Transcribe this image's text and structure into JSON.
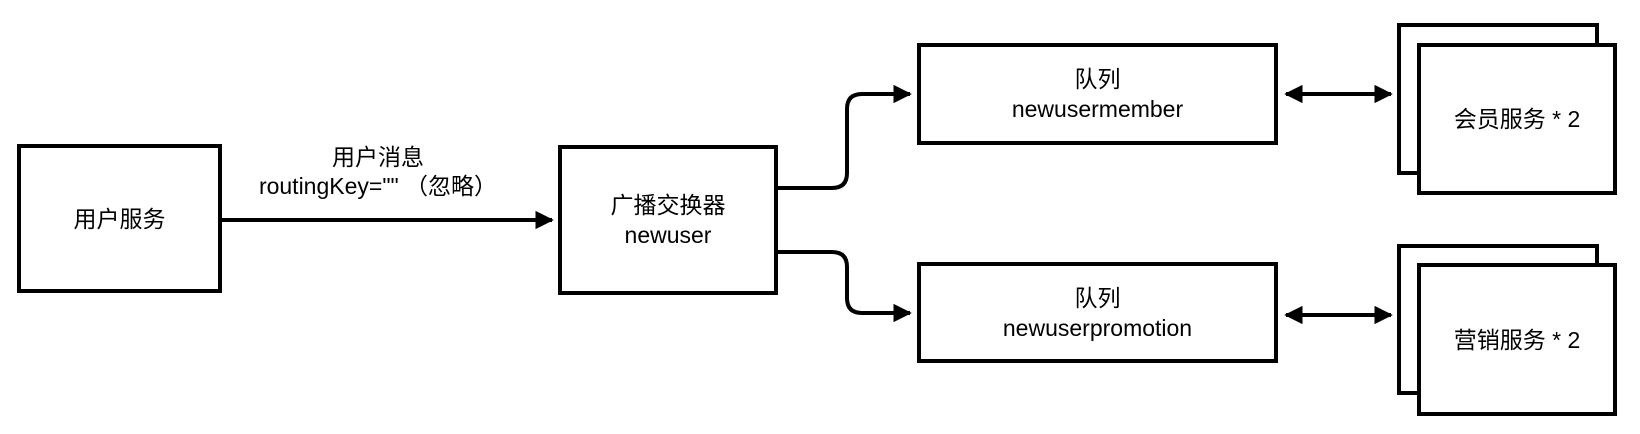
{
  "diagram": {
    "nodes": {
      "user_service": {
        "line1": "用户服务"
      },
      "exchange": {
        "line1": "广播交换器",
        "line2": "newuser"
      },
      "queue_member": {
        "line1": "队列",
        "line2": "newusermember"
      },
      "queue_promotion": {
        "line1": "队列",
        "line2": "newuserpromotion"
      },
      "member_service": {
        "line1": "会员服务 * 2"
      },
      "promotion_service": {
        "line1": "营销服务 * 2"
      }
    },
    "edge_labels": {
      "publish_line1": "用户消息",
      "publish_line2": "routingKey=\"\" （忽略）"
    },
    "colors": {
      "stroke": "#000000",
      "fill": "#ffffff"
    }
  }
}
